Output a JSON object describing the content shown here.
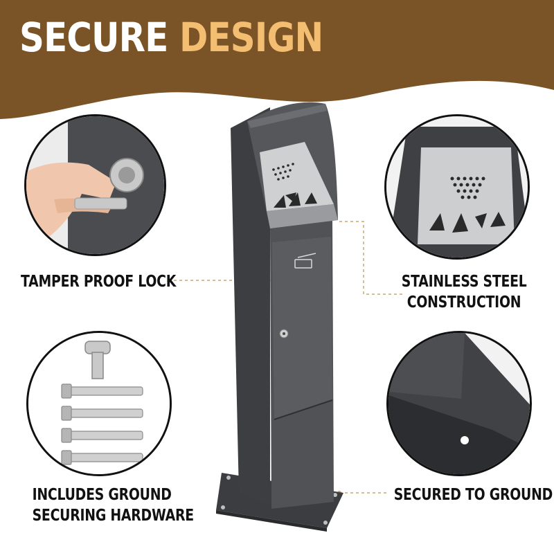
{
  "header": {
    "title_word_1": "SECURE",
    "title_word_2": "DESIGN"
  },
  "colors": {
    "banner_brown": "#7a5326",
    "accent_tan": "#f3bd72",
    "product_gray": "#4b4d51",
    "steel": "#d7d7d7",
    "connector_dash": "#c8a56b"
  },
  "features": {
    "lock": "TAMPER PROOF LOCK",
    "steel_line_1": "STAINLESS STEEL",
    "steel_line_2": "CONSTRUCTION",
    "hardware_line_1": "INCLUDES GROUND",
    "hardware_line_2": "SECURING HARDWARE",
    "ground": "SECURED TO GROUND"
  },
  "icons": [
    "lock-icon",
    "key-icon",
    "bolt-icon",
    "ashtray-grate-icon",
    "cigarette-icon"
  ]
}
